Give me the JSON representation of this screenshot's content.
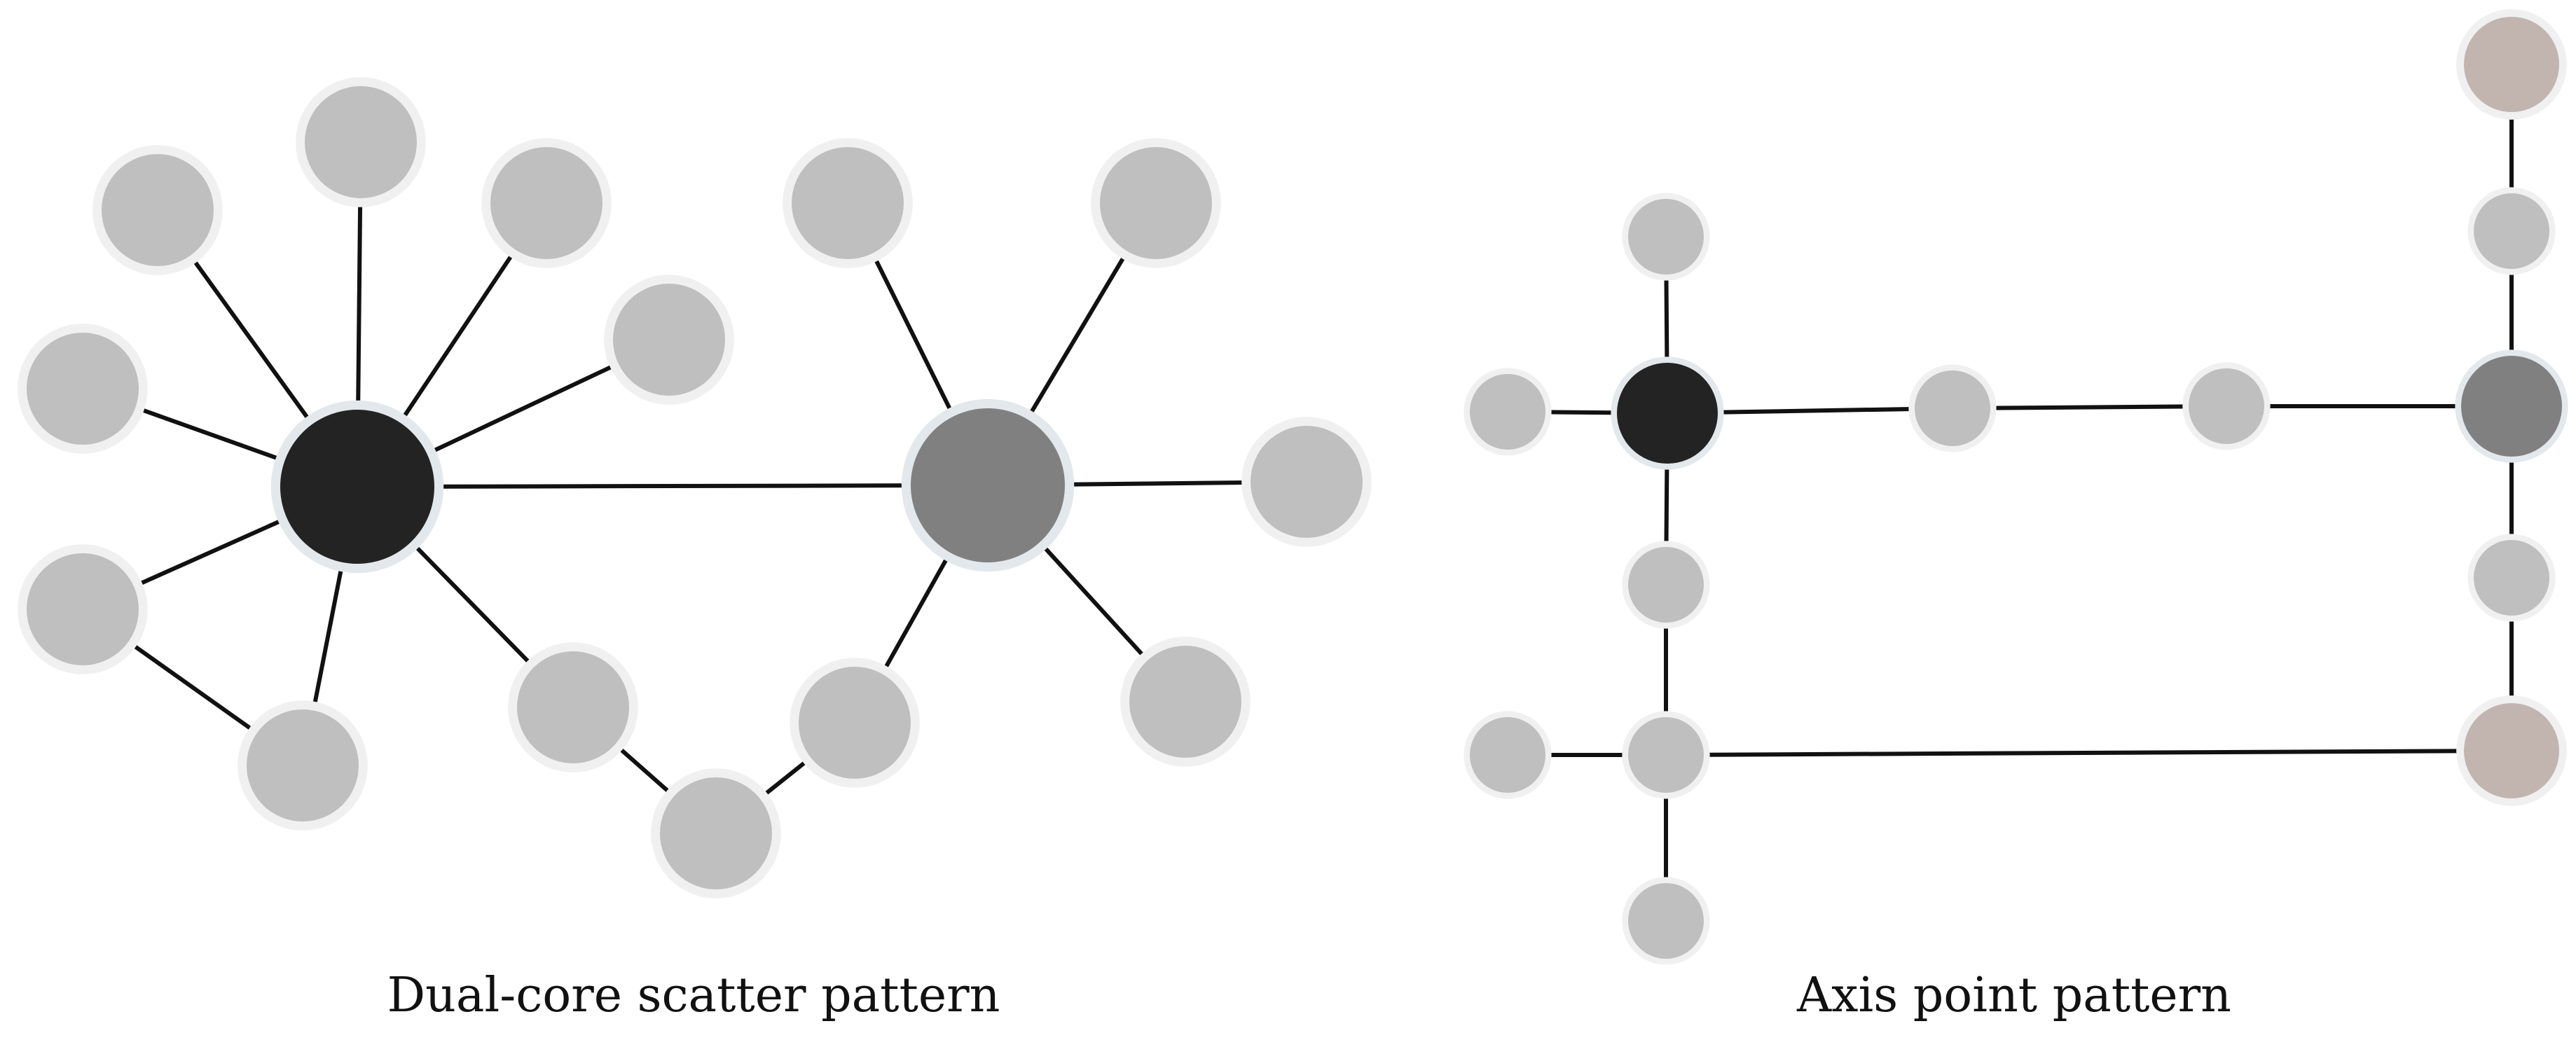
{
  "colors": {
    "edge": "#111111",
    "node_fill": "#bfbfbf",
    "node_halo": "#f0f0f0",
    "core_primary": "#232323",
    "core_secondary": "#808080",
    "core_halo": "#e3e8ec",
    "endpoint_fill": "#c2b5b0"
  },
  "diagrams": [
    {
      "id": "dual-core",
      "caption": "Dual-core scatter pattern",
      "nodes": [
        {
          "id": "core-a",
          "role": "core-primary"
        },
        {
          "id": "core-b",
          "role": "core-secondary"
        },
        {
          "id": "a1",
          "role": "leaf"
        },
        {
          "id": "a2",
          "role": "leaf"
        },
        {
          "id": "a3",
          "role": "leaf"
        },
        {
          "id": "a4",
          "role": "leaf"
        },
        {
          "id": "a5",
          "role": "leaf"
        },
        {
          "id": "a6",
          "role": "leaf"
        },
        {
          "id": "a7",
          "role": "leaf"
        },
        {
          "id": "a8",
          "role": "leaf"
        },
        {
          "id": "a9",
          "role": "leaf"
        },
        {
          "id": "b1",
          "role": "leaf"
        },
        {
          "id": "b2",
          "role": "leaf"
        },
        {
          "id": "b3",
          "role": "leaf"
        },
        {
          "id": "b4",
          "role": "leaf"
        },
        {
          "id": "b5",
          "role": "leaf"
        },
        {
          "id": "bridge",
          "role": "leaf"
        }
      ],
      "edges": [
        [
          "core-a",
          "core-b"
        ],
        [
          "core-a",
          "a1"
        ],
        [
          "core-a",
          "a2"
        ],
        [
          "core-a",
          "a3"
        ],
        [
          "core-a",
          "a4"
        ],
        [
          "core-a",
          "a5"
        ],
        [
          "core-a",
          "a6"
        ],
        [
          "core-a",
          "a7"
        ],
        [
          "core-a",
          "a8"
        ],
        [
          "a6",
          "a7"
        ],
        [
          "a8",
          "bridge"
        ],
        [
          "core-b",
          "b1"
        ],
        [
          "core-b",
          "b2"
        ],
        [
          "core-b",
          "b3"
        ],
        [
          "core-b",
          "b4"
        ],
        [
          "core-b",
          "b5"
        ],
        [
          "b5",
          "bridge"
        ]
      ]
    },
    {
      "id": "axis-point",
      "caption": "Axis point pattern",
      "nodes": [
        {
          "id": "core-a",
          "role": "core-primary"
        },
        {
          "id": "core-b",
          "role": "core-secondary"
        },
        {
          "id": "top",
          "role": "leaf"
        },
        {
          "id": "left",
          "role": "leaf"
        },
        {
          "id": "mid-1",
          "role": "leaf"
        },
        {
          "id": "mid-2",
          "role": "leaf"
        },
        {
          "id": "below-a",
          "role": "leaf"
        },
        {
          "id": "junction",
          "role": "leaf"
        },
        {
          "id": "junction-left",
          "role": "leaf"
        },
        {
          "id": "bottom",
          "role": "leaf"
        },
        {
          "id": "end-top",
          "role": "endpoint"
        },
        {
          "id": "above-b",
          "role": "leaf"
        },
        {
          "id": "below-b",
          "role": "leaf"
        },
        {
          "id": "end-bottom",
          "role": "endpoint"
        }
      ],
      "edges": [
        [
          "top",
          "core-a"
        ],
        [
          "left",
          "core-a"
        ],
        [
          "core-a",
          "mid-1"
        ],
        [
          "mid-1",
          "mid-2"
        ],
        [
          "mid-2",
          "core-b"
        ],
        [
          "core-a",
          "below-a"
        ],
        [
          "below-a",
          "junction"
        ],
        [
          "junction-left",
          "junction"
        ],
        [
          "junction",
          "bottom"
        ],
        [
          "junction",
          "end-bottom"
        ],
        [
          "end-top",
          "above-b"
        ],
        [
          "above-b",
          "core-b"
        ],
        [
          "core-b",
          "below-b"
        ],
        [
          "below-b",
          "end-bottom"
        ]
      ]
    }
  ]
}
